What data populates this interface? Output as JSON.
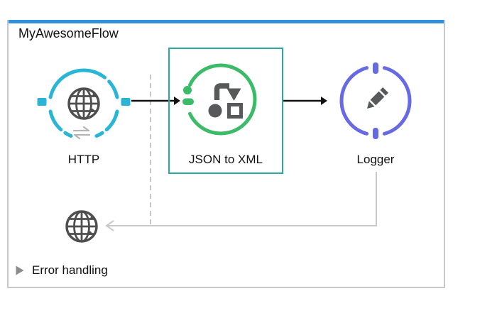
{
  "flow": {
    "title": "MyAwesomeFlow",
    "nodes": [
      {
        "id": "http",
        "label": "HTTP",
        "icon": "globe-icon",
        "accent_color": "#29b5d5",
        "selected": false
      },
      {
        "id": "transform",
        "label": "JSON to XML",
        "icon": "transform-message-icon",
        "accent_color": "#3bbb67",
        "selected": true
      },
      {
        "id": "logger",
        "label": "Logger",
        "icon": "pencil-icon",
        "accent_color": "#666be4",
        "selected": false
      }
    ],
    "error_handling": {
      "label": "Error handling",
      "state": "collapsed",
      "icon": "collapsed-triangle-icon"
    }
  },
  "colors": {
    "flow_header_bar": "#3090dc",
    "container_border": "#c8c8c8",
    "selection_outline": "#28ab9c",
    "http_accent": "#29b5d5",
    "transform_accent": "#3bbb67",
    "logger_accent": "#666be4",
    "icon_gray": "#58595b",
    "globe_gray": "#4f4f4f",
    "muted_connector": "#c9c9c9",
    "dashed_guide": "#c6c6c6",
    "arrow_black": "#111111"
  }
}
